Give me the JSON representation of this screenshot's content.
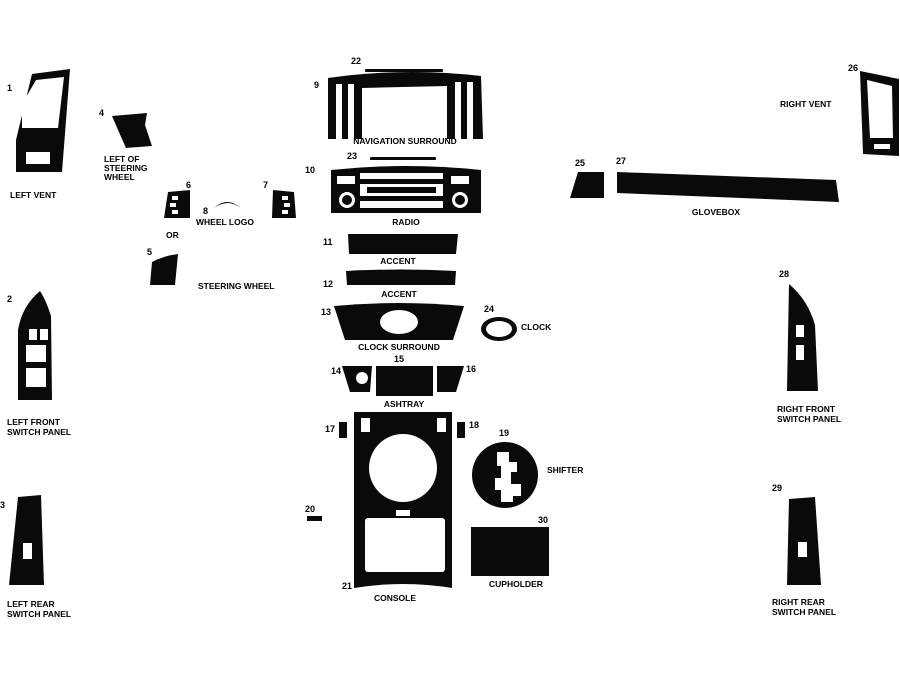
{
  "colors": {
    "part": "#0a0a0a",
    "cutout": "#ffffff",
    "text": "#000000"
  },
  "parts": {
    "1": {
      "number": "1",
      "label_lines": [
        "LEFT VENT"
      ]
    },
    "2": {
      "number": "2",
      "label_lines": [
        "LEFT FRONT",
        "SWITCH PANEL"
      ]
    },
    "3": {
      "number": "3",
      "label_lines": [
        "LEFT REAR",
        "SWITCH PANEL"
      ]
    },
    "4": {
      "number": "4",
      "label_lines": [
        "LEFT OF",
        "STEERING",
        "WHEEL"
      ]
    },
    "5": {
      "number": "5",
      "label_lines": [
        "STEERING WHEEL"
      ]
    },
    "6": {
      "number": "6"
    },
    "7": {
      "number": "7"
    },
    "8": {
      "number": "8",
      "label_lines": [
        "WHEEL LOGO"
      ]
    },
    "9": {
      "number": "9",
      "label_lines": [
        "NAVIGATION SURROUND"
      ]
    },
    "10": {
      "number": "10",
      "label_lines": [
        "RADIO"
      ]
    },
    "11": {
      "number": "11",
      "label_lines": [
        "ACCENT"
      ]
    },
    "12": {
      "number": "12",
      "label_lines": [
        "ACCENT"
      ]
    },
    "13": {
      "number": "13",
      "label_lines": [
        "CLOCK SURROUND"
      ]
    },
    "14": {
      "number": "14"
    },
    "15": {
      "number": "15",
      "label_lines": [
        "ASHTRAY"
      ]
    },
    "16": {
      "number": "16"
    },
    "17": {
      "number": "17"
    },
    "18": {
      "number": "18"
    },
    "19": {
      "number": "19",
      "label_lines": [
        "SHIFTER"
      ]
    },
    "20": {
      "number": "20"
    },
    "21": {
      "number": "21",
      "label_lines": [
        "CONSOLE"
      ]
    },
    "22": {
      "number": "22"
    },
    "23": {
      "number": "23"
    },
    "24": {
      "number": "24",
      "label_lines": [
        "CLOCK"
      ]
    },
    "25": {
      "number": "25"
    },
    "26": {
      "number": "26",
      "label_lines": [
        "RIGHT VENT"
      ]
    },
    "27": {
      "number": "27",
      "label_lines": [
        "GLOVEBOX"
      ]
    },
    "28": {
      "number": "28",
      "label_lines": [
        "RIGHT FRONT",
        "SWITCH PANEL"
      ]
    },
    "29": {
      "number": "29",
      "label_lines": [
        "RIGHT REAR",
        "SWITCH PANEL"
      ]
    },
    "30": {
      "number": "30",
      "label_lines": [
        "CUPHOLDER"
      ]
    }
  },
  "connector_text": "OR"
}
